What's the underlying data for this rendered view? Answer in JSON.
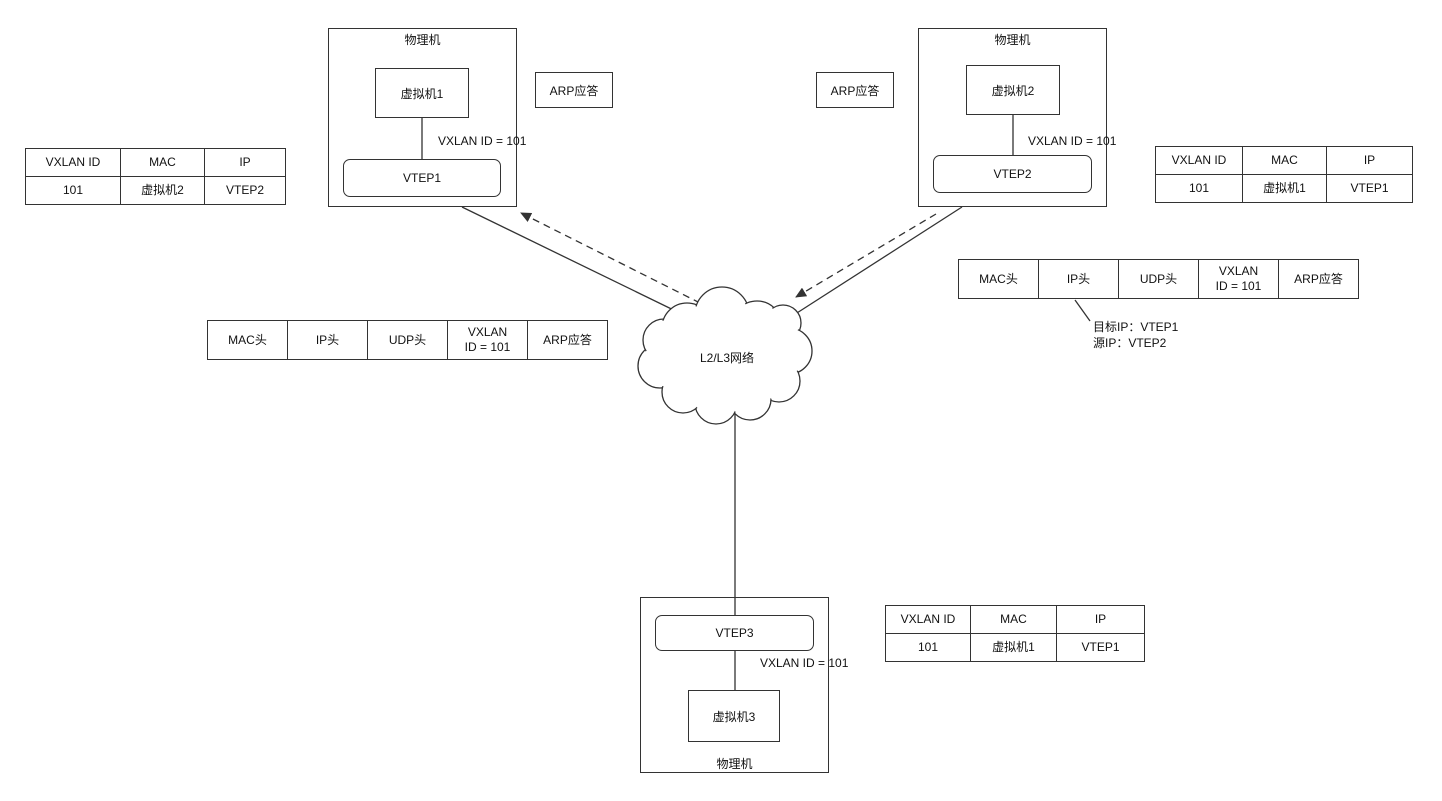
{
  "machines": {
    "top_left": {
      "label": "物理机",
      "vm": "虚拟机1",
      "vtep": "VTEP1",
      "vxlan": "VXLAN ID = 101"
    },
    "top_right": {
      "label": "物理机",
      "vm": "虚拟机2",
      "vtep": "VTEP2",
      "vxlan": "VXLAN ID = 101"
    },
    "bottom": {
      "label": "物理机",
      "vm": "虚拟机3",
      "vtep": "VTEP3",
      "vxlan": "VXLAN ID = 101"
    }
  },
  "cloud": {
    "label": "L2/L3网络"
  },
  "arp_badges": {
    "left": "ARP应答",
    "right": "ARP应答"
  },
  "mapping_tables": {
    "left": {
      "headers": [
        "VXLAN ID",
        "MAC",
        "IP"
      ],
      "row": [
        "101",
        "虚拟机2",
        "VTEP2"
      ]
    },
    "right": {
      "headers": [
        "VXLAN ID",
        "MAC",
        "IP"
      ],
      "row": [
        "101",
        "虚拟机1",
        "VTEP1"
      ]
    },
    "bottom": {
      "headers": [
        "VXLAN ID",
        "MAC",
        "IP"
      ],
      "row": [
        "101",
        "虚拟机1",
        "VTEP1"
      ]
    }
  },
  "packet_tables": {
    "left": {
      "cells": [
        "MAC头",
        "IP头",
        "UDP头",
        "VXLAN\nID = 101",
        "ARP应答"
      ]
    },
    "right": {
      "cells": [
        "MAC头",
        "IP头",
        "UDP头",
        "VXLAN\nID = 101",
        "ARP应答"
      ]
    }
  },
  "annotation": {
    "line1": "目标IP：VTEP1",
    "line2": "源IP：VTEP2"
  },
  "colors": {
    "stroke": "#333333",
    "background": "#ffffff"
  }
}
